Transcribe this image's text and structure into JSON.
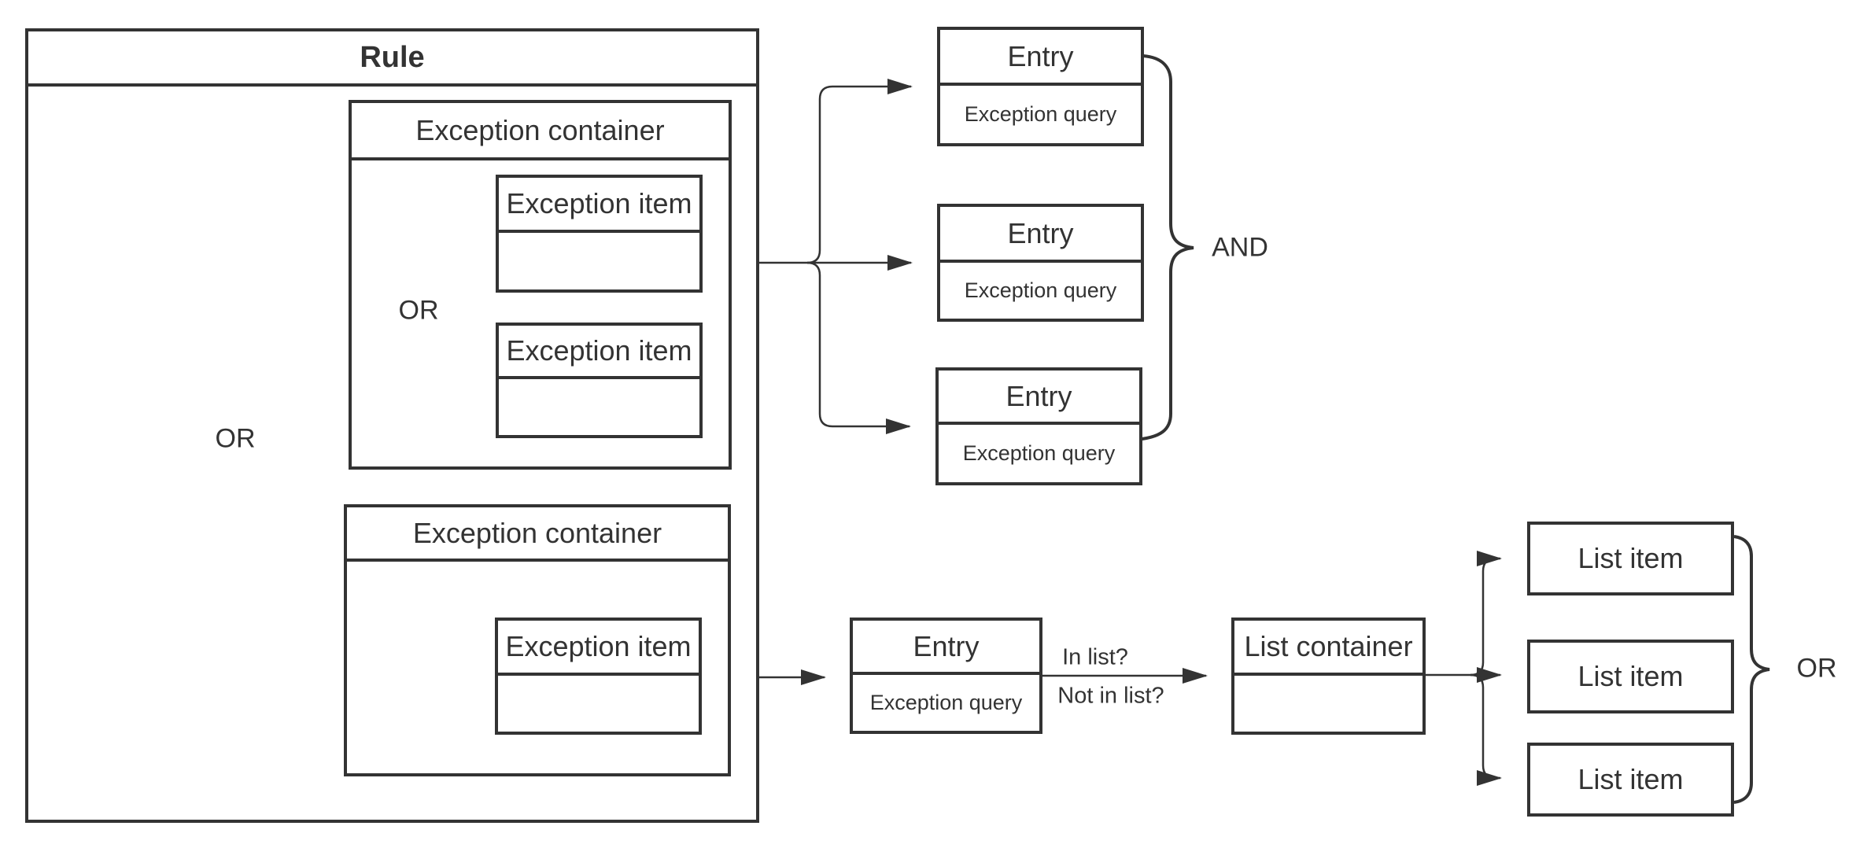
{
  "diagram": {
    "rule": {
      "label": "Rule"
    },
    "exception_containers": [
      {
        "label": "Exception container"
      },
      {
        "label": "Exception container"
      }
    ],
    "exception_items": [
      {
        "label": "Exception item"
      },
      {
        "label": "Exception item"
      },
      {
        "label": "Exception item"
      }
    ],
    "entries": [
      {
        "label": "Entry",
        "query": "Exception query"
      },
      {
        "label": "Entry",
        "query": "Exception query"
      },
      {
        "label": "Entry",
        "query": "Exception query"
      },
      {
        "label": "Entry",
        "query": "Exception query"
      }
    ],
    "list_container": {
      "label": "List container"
    },
    "list_items": [
      {
        "label": "List item"
      },
      {
        "label": "List item"
      },
      {
        "label": "List item"
      }
    ],
    "operators": {
      "or_containers": "OR",
      "or_items": "OR",
      "and_entries": "AND",
      "or_list_items": "OR"
    },
    "edge_labels": {
      "in_list": "In list?",
      "not_in_list": "Not in list?"
    },
    "colors": {
      "stroke": "#333333",
      "fill": "#ffffff",
      "text": "#333333"
    }
  }
}
